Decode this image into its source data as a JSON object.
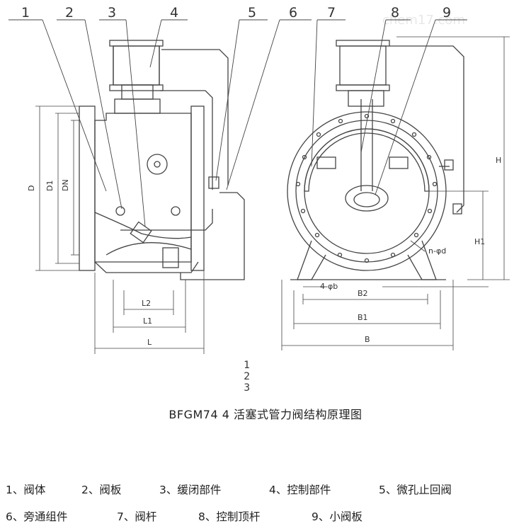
{
  "watermark": "chem17.com",
  "callouts": [
    "1",
    "2",
    "3",
    "4",
    "5",
    "6",
    "7",
    "8",
    "9"
  ],
  "dimensions": {
    "left": {
      "D": "D",
      "D1": "D1",
      "DN": "DN",
      "L": "L",
      "L1": "L1",
      "L2": "L2"
    },
    "right": {
      "H": "H",
      "H1": "H1",
      "B": "B",
      "B1": "B1",
      "B2": "B2",
      "bolt_holes": "4-φb",
      "flange_holes": "n-φd"
    }
  },
  "caption": {
    "stacked_numbers": [
      "1",
      "2",
      "3"
    ],
    "model": "BFGM74",
    "number": "4",
    "title": "活塞式管力阀结构原理图"
  },
  "legend": {
    "row1": [
      "1、阀体",
      "2、阀板",
      "3、缓闭部件",
      "4、控制部件",
      "5、微孔止回阀"
    ],
    "row2": [
      "6、旁通组件",
      "7、阀杆",
      "8、控制顶杆",
      "9、小阀板"
    ]
  }
}
